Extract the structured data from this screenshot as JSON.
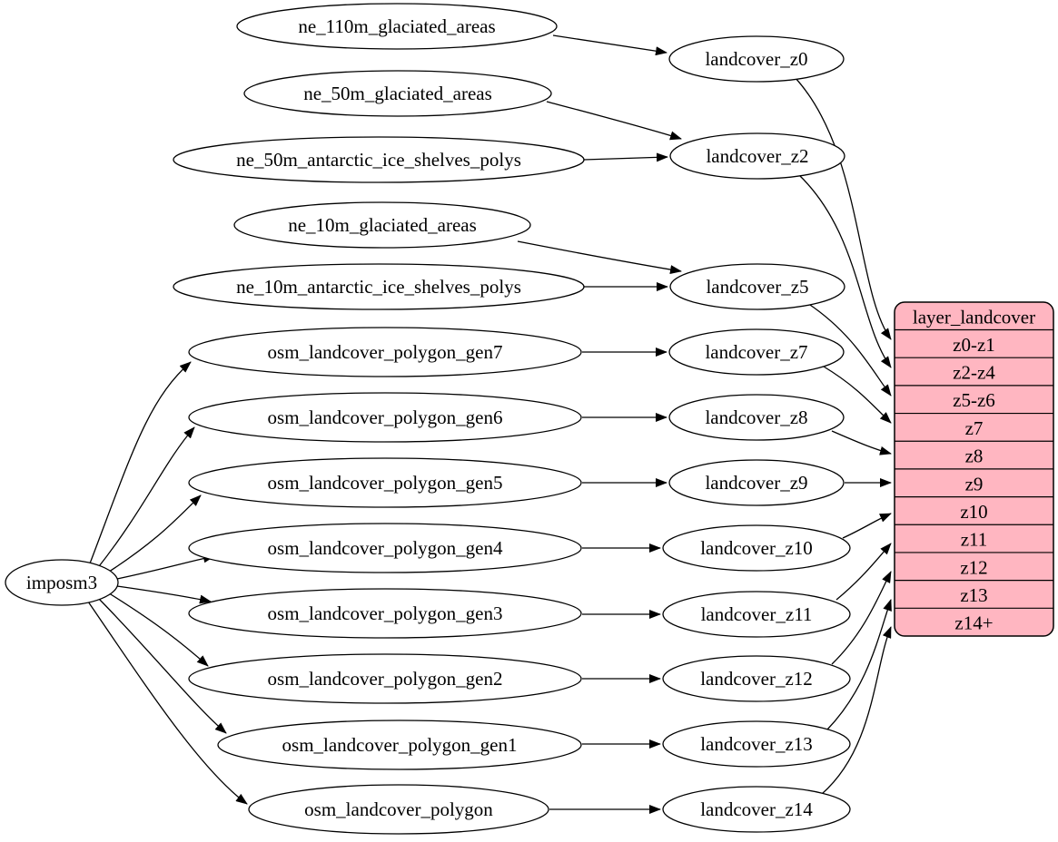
{
  "page": {
    "background": "#ffffff"
  },
  "diagram": {
    "type": "dependency-graph",
    "colors": {
      "node_fill": "#ffffff",
      "node_stroke": "#000000",
      "edge": "#000000",
      "text": "#000000",
      "table_fill": "#ffb6c1",
      "table_stroke": "#000000"
    },
    "root_node": {
      "id": "imposm3",
      "label": "imposm3"
    },
    "source_nodes": [
      {
        "id": "ne_110m_glaciated_areas",
        "label": "ne_110m_glaciated_areas"
      },
      {
        "id": "ne_50m_glaciated_areas",
        "label": "ne_50m_glaciated_areas"
      },
      {
        "id": "ne_50m_antarctic_ice_shelves_polys",
        "label": "ne_50m_antarctic_ice_shelves_polys"
      },
      {
        "id": "ne_10m_glaciated_areas",
        "label": "ne_10m_glaciated_areas"
      },
      {
        "id": "ne_10m_antarctic_ice_shelves_polys",
        "label": "ne_10m_antarctic_ice_shelves_polys"
      },
      {
        "id": "osm_landcover_polygon_gen7",
        "label": "osm_landcover_polygon_gen7"
      },
      {
        "id": "osm_landcover_polygon_gen6",
        "label": "osm_landcover_polygon_gen6"
      },
      {
        "id": "osm_landcover_polygon_gen5",
        "label": "osm_landcover_polygon_gen5"
      },
      {
        "id": "osm_landcover_polygon_gen4",
        "label": "osm_landcover_polygon_gen4"
      },
      {
        "id": "osm_landcover_polygon_gen3",
        "label": "osm_landcover_polygon_gen3"
      },
      {
        "id": "osm_landcover_polygon_gen2",
        "label": "osm_landcover_polygon_gen2"
      },
      {
        "id": "osm_landcover_polygon_gen1",
        "label": "osm_landcover_polygon_gen1"
      },
      {
        "id": "osm_landcover_polygon",
        "label": "osm_landcover_polygon"
      }
    ],
    "stage_nodes": [
      {
        "id": "landcover_z0",
        "label": "landcover_z0"
      },
      {
        "id": "landcover_z2",
        "label": "landcover_z2"
      },
      {
        "id": "landcover_z5",
        "label": "landcover_z5"
      },
      {
        "id": "landcover_z7",
        "label": "landcover_z7"
      },
      {
        "id": "landcover_z8",
        "label": "landcover_z8"
      },
      {
        "id": "landcover_z9",
        "label": "landcover_z9"
      },
      {
        "id": "landcover_z10",
        "label": "landcover_z10"
      },
      {
        "id": "landcover_z11",
        "label": "landcover_z11"
      },
      {
        "id": "landcover_z12",
        "label": "landcover_z12"
      },
      {
        "id": "landcover_z13",
        "label": "landcover_z13"
      },
      {
        "id": "landcover_z14",
        "label": "landcover_z14"
      }
    ],
    "table": {
      "id": "layer_landcover",
      "title": "layer_landcover",
      "rows": [
        {
          "id": "z0-z1",
          "label": "z0-z1"
        },
        {
          "id": "z2-z4",
          "label": "z2-z4"
        },
        {
          "id": "z5-z6",
          "label": "z5-z6"
        },
        {
          "id": "z7",
          "label": "z7"
        },
        {
          "id": "z8",
          "label": "z8"
        },
        {
          "id": "z9",
          "label": "z9"
        },
        {
          "id": "z10",
          "label": "z10"
        },
        {
          "id": "z11",
          "label": "z11"
        },
        {
          "id": "z12",
          "label": "z12"
        },
        {
          "id": "z13",
          "label": "z13"
        },
        {
          "id": "z14+",
          "label": "z14+"
        }
      ]
    },
    "edges": [
      {
        "from": "imposm3",
        "to": "osm_landcover_polygon_gen7"
      },
      {
        "from": "imposm3",
        "to": "osm_landcover_polygon_gen6"
      },
      {
        "from": "imposm3",
        "to": "osm_landcover_polygon_gen5"
      },
      {
        "from": "imposm3",
        "to": "osm_landcover_polygon_gen4"
      },
      {
        "from": "imposm3",
        "to": "osm_landcover_polygon_gen3"
      },
      {
        "from": "imposm3",
        "to": "osm_landcover_polygon_gen2"
      },
      {
        "from": "imposm3",
        "to": "osm_landcover_polygon_gen1"
      },
      {
        "from": "imposm3",
        "to": "osm_landcover_polygon"
      },
      {
        "from": "ne_110m_glaciated_areas",
        "to": "landcover_z0"
      },
      {
        "from": "ne_50m_glaciated_areas",
        "to": "landcover_z2"
      },
      {
        "from": "ne_50m_antarctic_ice_shelves_polys",
        "to": "landcover_z2"
      },
      {
        "from": "ne_10m_glaciated_areas",
        "to": "landcover_z5"
      },
      {
        "from": "ne_10m_antarctic_ice_shelves_polys",
        "to": "landcover_z5"
      },
      {
        "from": "osm_landcover_polygon_gen7",
        "to": "landcover_z7"
      },
      {
        "from": "osm_landcover_polygon_gen6",
        "to": "landcover_z8"
      },
      {
        "from": "osm_landcover_polygon_gen5",
        "to": "landcover_z9"
      },
      {
        "from": "osm_landcover_polygon_gen4",
        "to": "landcover_z10"
      },
      {
        "from": "osm_landcover_polygon_gen3",
        "to": "landcover_z11"
      },
      {
        "from": "osm_landcover_polygon_gen2",
        "to": "landcover_z12"
      },
      {
        "from": "osm_landcover_polygon_gen1",
        "to": "landcover_z13"
      },
      {
        "from": "osm_landcover_polygon",
        "to": "landcover_z14"
      },
      {
        "from": "landcover_z0",
        "to": "layer_landcover",
        "port": "z0-z1"
      },
      {
        "from": "landcover_z2",
        "to": "layer_landcover",
        "port": "z2-z4"
      },
      {
        "from": "landcover_z5",
        "to": "layer_landcover",
        "port": "z5-z6"
      },
      {
        "from": "landcover_z7",
        "to": "layer_landcover",
        "port": "z7"
      },
      {
        "from": "landcover_z8",
        "to": "layer_landcover",
        "port": "z8"
      },
      {
        "from": "landcover_z9",
        "to": "layer_landcover",
        "port": "z9"
      },
      {
        "from": "landcover_z10",
        "to": "layer_landcover",
        "port": "z10"
      },
      {
        "from": "landcover_z11",
        "to": "layer_landcover",
        "port": "z11"
      },
      {
        "from": "landcover_z12",
        "to": "layer_landcover",
        "port": "z12"
      },
      {
        "from": "landcover_z13",
        "to": "layer_landcover",
        "port": "z13"
      },
      {
        "from": "landcover_z14",
        "to": "layer_landcover",
        "port": "z14+"
      }
    ]
  }
}
